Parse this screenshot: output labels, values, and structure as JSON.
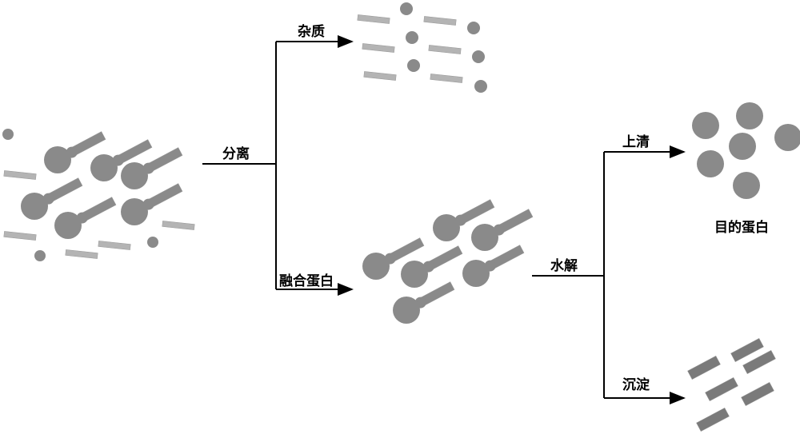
{
  "labels": {
    "separation": "分离",
    "impurities": "杂质",
    "fusion_protein": "融合蛋白",
    "hydrolysis": "水解",
    "supernatant": "上清",
    "target_protein": "目的蛋白",
    "precipitate": "沉淀"
  },
  "colors": {
    "protein": "#8a8a8a",
    "impurity_bar": "#b4b4b4",
    "precipitate_bar": "#7a7a7a",
    "line": "#000000"
  }
}
